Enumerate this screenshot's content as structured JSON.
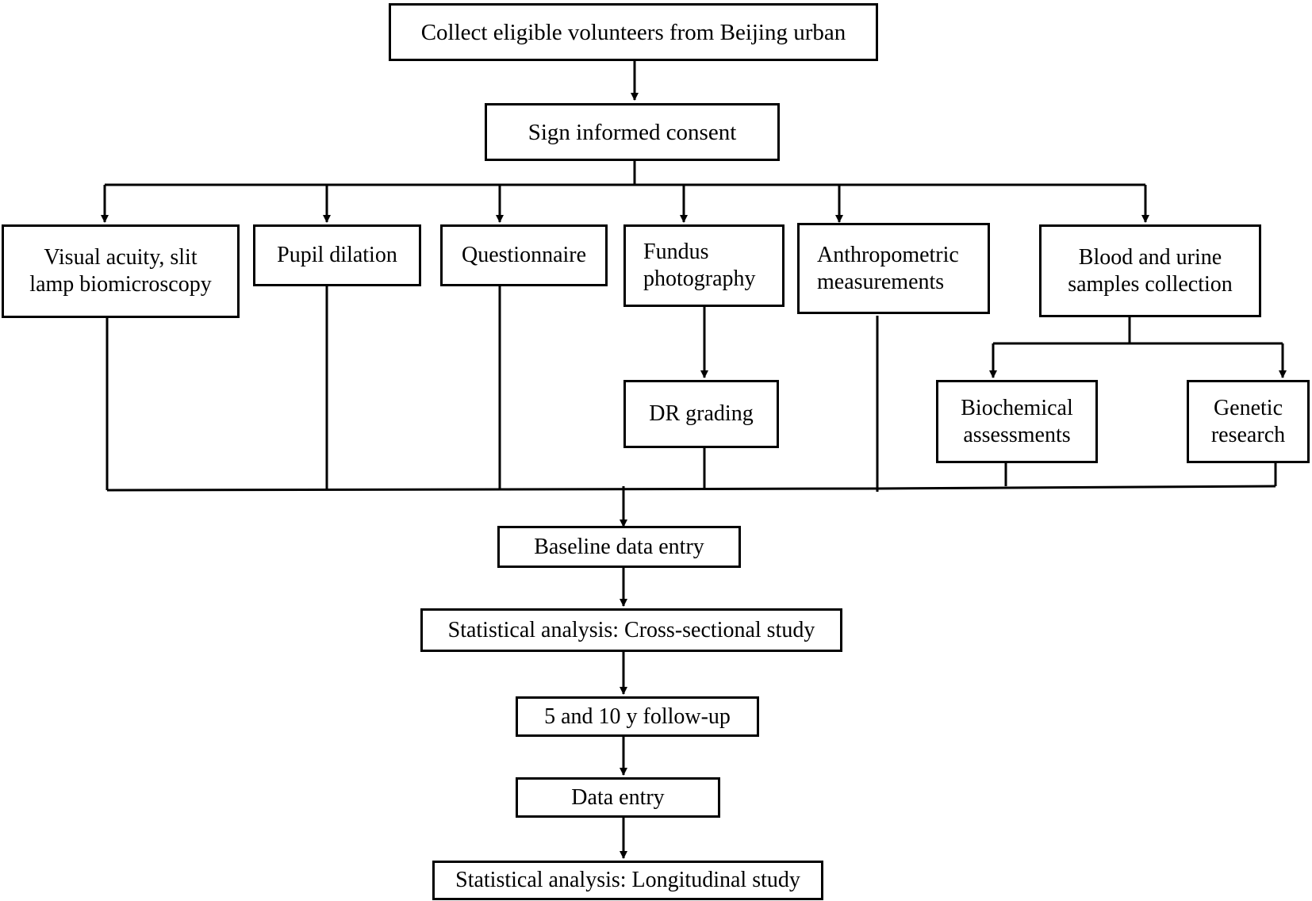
{
  "nodes": {
    "collect": "Collect eligible volunteers from Beijing urban",
    "consent": "Sign informed consent",
    "visual": "Visual acuity, slit\nlamp biomicroscopy",
    "pupil": "Pupil dilation",
    "questionnaire": "Questionnaire",
    "fundus": "Fundus\nphotography",
    "anthro": "Anthropometric\nmeasurements",
    "blood": "Blood and urine\nsamples collection",
    "dr": "DR grading",
    "biochem": "Biochemical\nassessments",
    "genetic": "Genetic\nresearch",
    "baseline": "Baseline data entry",
    "cross": "Statistical analysis: Cross-sectional study",
    "followup": "5  and 10 y follow-up",
    "dataentry": "Data entry",
    "longitudinal": "Statistical analysis: Longitudinal study"
  }
}
